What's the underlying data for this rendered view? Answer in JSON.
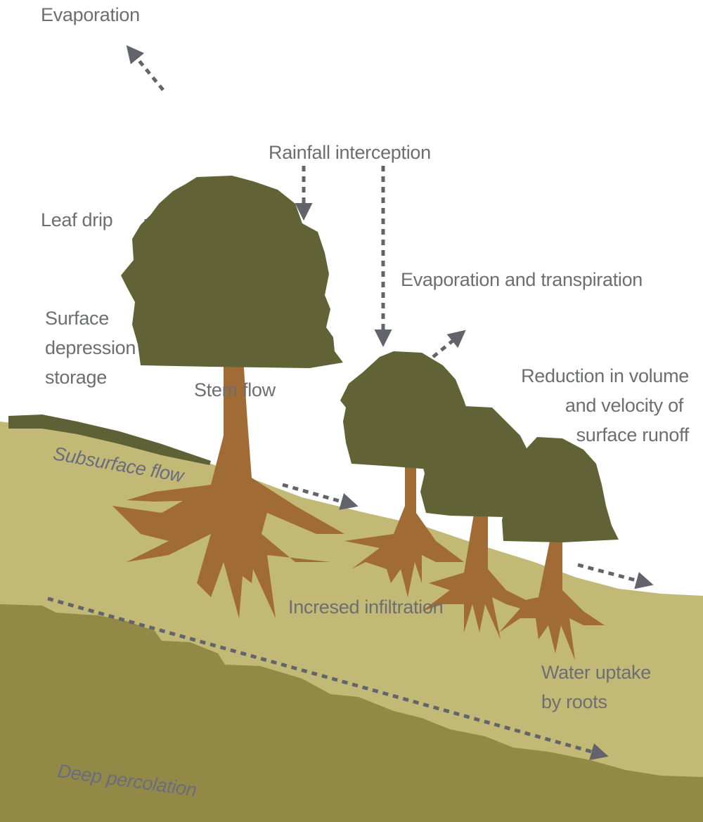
{
  "labels": {
    "evaporation": "Evaporation",
    "rainfall_interception": "Rainfall interception",
    "leaf_drip": "Leaf drip",
    "evaporation_transpiration": "Evaporation and transpiration",
    "surface_depression_storage": [
      "Surface",
      "depression",
      "storage"
    ],
    "stem_flow": "Stem flow",
    "reduction_runoff": [
      "Reduction in volume",
      "and velocity of",
      "surface runoff"
    ],
    "subsurface_flow": "Subsurface flow",
    "increased_infiltration": "Incresed infiltration",
    "water_uptake": [
      "Water uptake",
      "by roots"
    ],
    "deep_percolation": "Deep percolation"
  },
  "colors": {
    "foliage": "#616337",
    "trunk": "#a06b34",
    "topsoil": "#c2b977",
    "subsoil": "#938947",
    "depression_storage": "#5e6036",
    "arrow": "#63646b",
    "text": "#6d6e72"
  }
}
